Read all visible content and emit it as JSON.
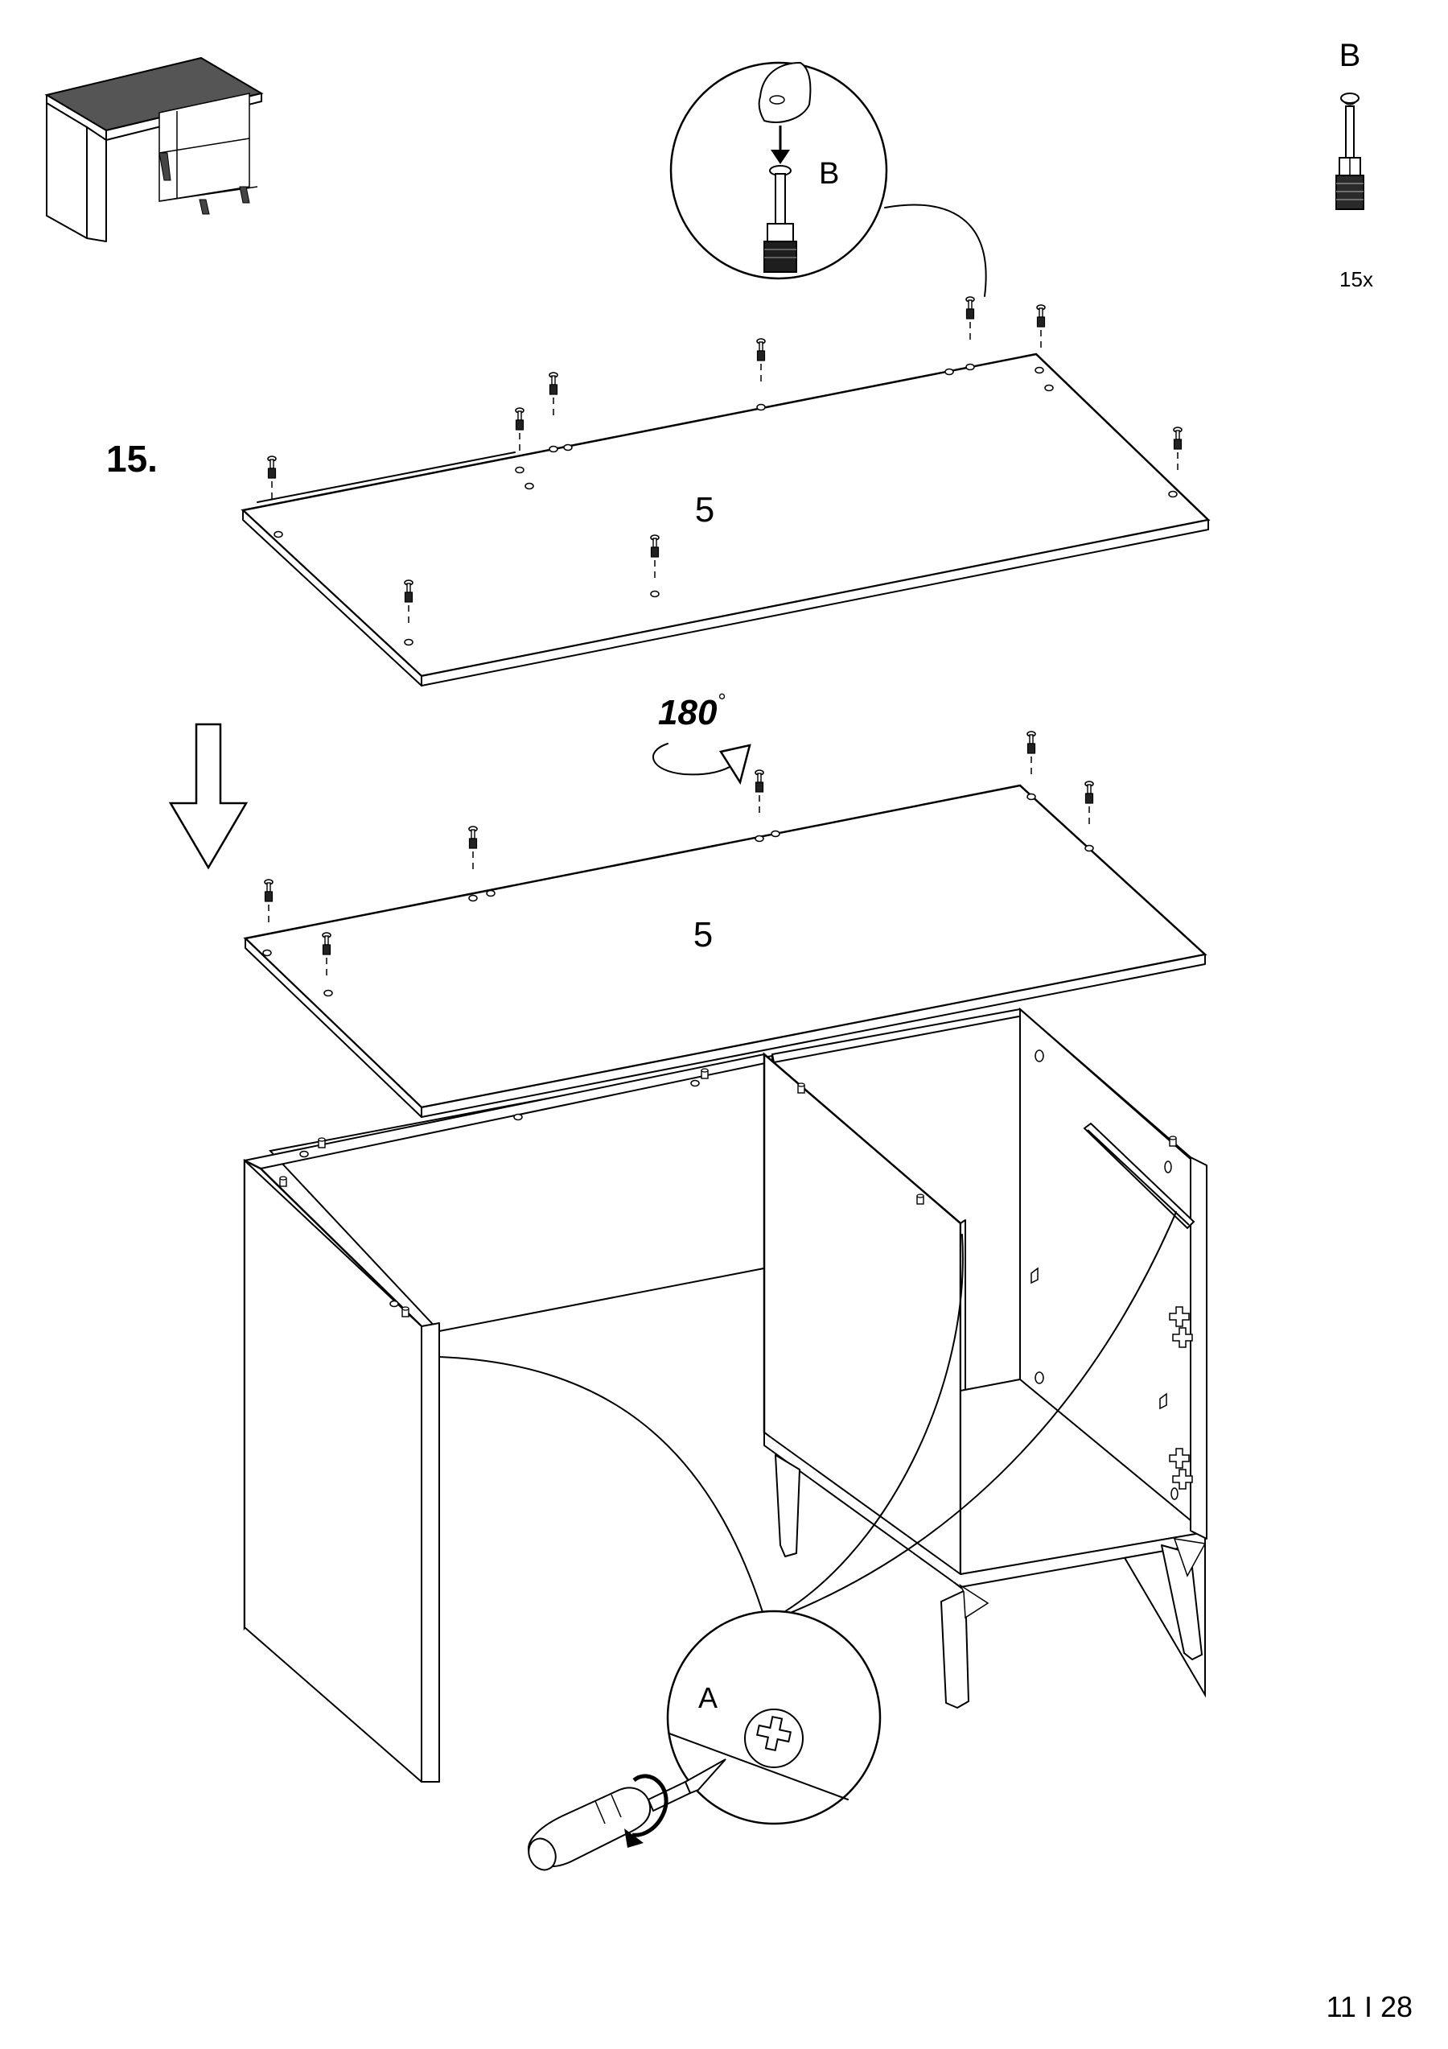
{
  "header": {
    "part_letter": "B",
    "part_qty": "15x"
  },
  "step": {
    "number": "15."
  },
  "panels": {
    "upper_label": "5",
    "lower_label": "5"
  },
  "rotation": {
    "degrees": "180",
    "unit": "°"
  },
  "detail_b": {
    "label": "B"
  },
  "detail_a": {
    "label": "A"
  },
  "footer": {
    "page": "11 I 28"
  },
  "icons": [
    "desk-thumbnail-icon",
    "cam-bolt-icon",
    "down-arrow-icon",
    "rotate-arrow-icon",
    "screwdriver-icon",
    "cam-lock-icon"
  ]
}
